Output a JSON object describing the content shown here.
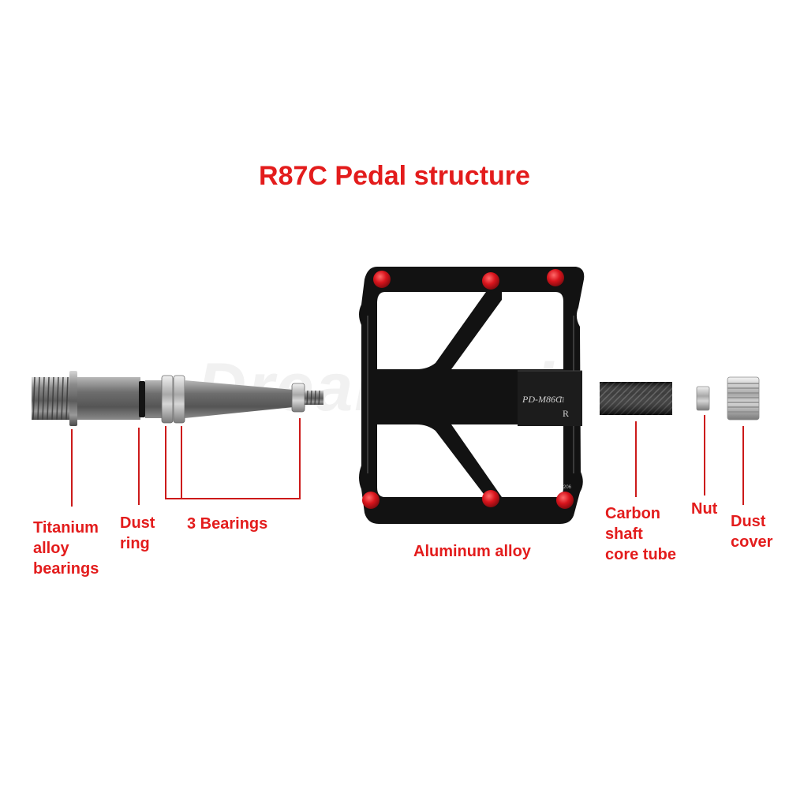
{
  "title": "R87C Pedal structure",
  "watermark": "Dreamseek",
  "pedal_marking": {
    "model": "PD-M86C",
    "ti": "Ti",
    "side": "R",
    "size": "206"
  },
  "labels": {
    "titanium": "Titanium\nalloy\nbearings",
    "dust_ring": "Dust\nring",
    "bearings": "3 Bearings",
    "aluminum": "Aluminum alloy",
    "carbon": "Carbon\nshaft\ncore tube",
    "nut": "Nut",
    "dust_cover": "Dust\ncover"
  },
  "colors": {
    "accent": "#e31c1c",
    "pedal": "#121212",
    "bolt": "#d8141c"
  }
}
